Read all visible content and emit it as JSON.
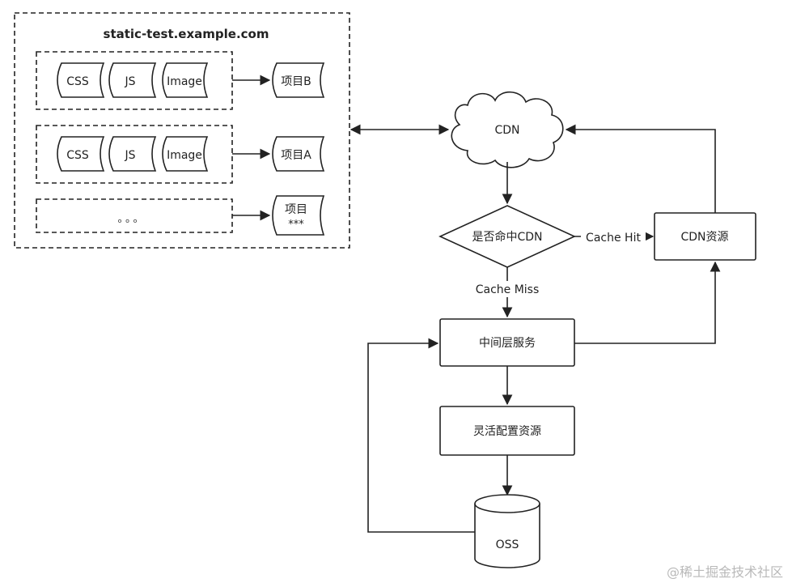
{
  "domain_title": "static-test.example.com",
  "projects": [
    {
      "assets": [
        "CSS",
        "JS",
        "Image"
      ],
      "name": "项目B"
    },
    {
      "assets": [
        "CSS",
        "JS",
        "Image"
      ],
      "name": "项目A"
    },
    {
      "placeholder": "。。。",
      "name_line1": "项目",
      "name_line2": "***"
    }
  ],
  "flow": {
    "cdn": "CDN",
    "decision": "是否命中CDN",
    "cache_hit": "Cache Hit",
    "cache_miss": "Cache Miss",
    "cdn_resource": "CDN资源",
    "middle_service": "中间层服务",
    "config_resource": "灵活配置资源",
    "oss": "OSS"
  },
  "watermark": "@稀土掘金技术社区"
}
